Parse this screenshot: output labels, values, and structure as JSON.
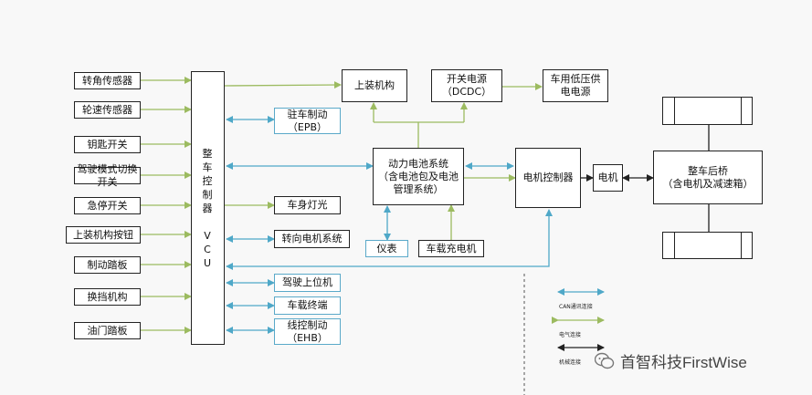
{
  "sensors": [
    {
      "key": "s1",
      "label": "转角传感器"
    },
    {
      "key": "s2",
      "label": "轮速传感器"
    },
    {
      "key": "s3",
      "label": "钥匙开关"
    },
    {
      "key": "s4",
      "label": "驾驶模式切换开关"
    },
    {
      "key": "s5",
      "label": "急停开关"
    },
    {
      "key": "s6",
      "label": "上装机构按钮"
    },
    {
      "key": "s7",
      "label": "制动踏板"
    },
    {
      "key": "s8",
      "label": "换挡机构"
    },
    {
      "key": "s9",
      "label": "油门踏板"
    }
  ],
  "vcu": {
    "label": "整\n车\n控\n制\n器\n\nV\nC\nU"
  },
  "outputs": [
    {
      "key": "epb",
      "label": "驻车制动\n（EPB）"
    },
    {
      "key": "light",
      "label": "车身灯光"
    },
    {
      "key": "steer",
      "label": "转向电机系统"
    },
    {
      "key": "hmi",
      "label": "驾驶上位机"
    },
    {
      "key": "terminal",
      "label": "车载终端"
    },
    {
      "key": "ehb",
      "label": "线控制动\n（EHB）"
    }
  ],
  "top": {
    "upper": "上装机构",
    "dcdc": "开关电源\n（DCDC）",
    "lowpower": "车用低压供\n电电源"
  },
  "battery": "动力电池系统\n（含电池包及电池\n管理系统）",
  "meter": "仪表",
  "charger": "车载充电机",
  "motor_ctrl": "电机控制器",
  "motor": "电机",
  "rear_axle": "整车后桥\n（含电机及减速箱）",
  "legend": {
    "can": "CAN通讯连接",
    "elec": "电气连接",
    "mech": "机械连接"
  },
  "watermark": "首智科技FirstWise",
  "colors": {
    "can": "#4fa8c8",
    "elec": "#9cbb60",
    "mech": "#222222"
  }
}
